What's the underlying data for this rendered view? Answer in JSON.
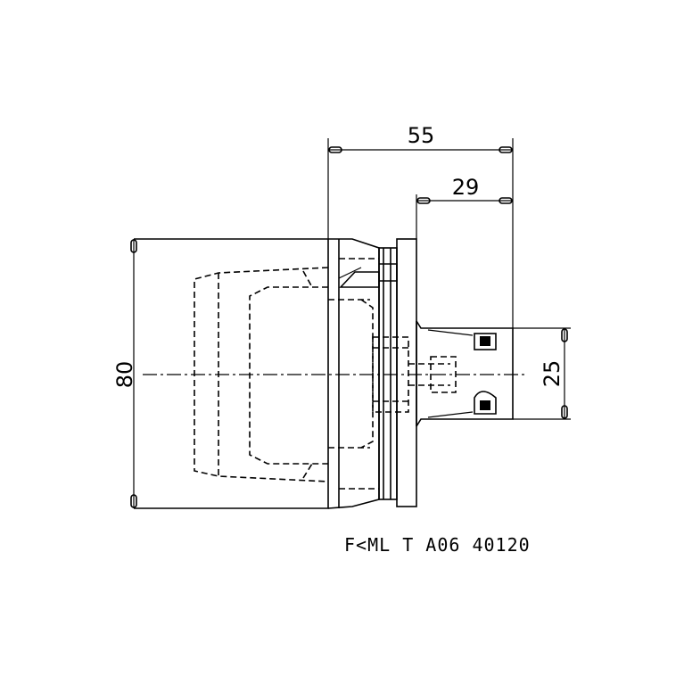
{
  "dimensions": {
    "overall_length": "55",
    "shank_length": "29",
    "body_diameter": "80",
    "shank_diameter": "25"
  },
  "part_number": "F<ML T A06 40120"
}
